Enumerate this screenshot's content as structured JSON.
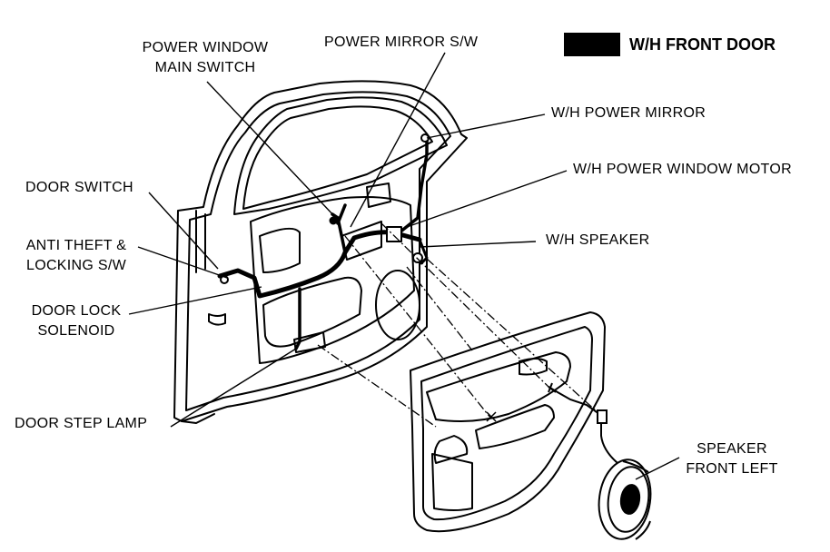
{
  "legend": {
    "swatch_color": "#000000",
    "label": "W/H FRONT DOOR"
  },
  "labels": {
    "power_window_main_switch": [
      "POWER WINDOW",
      "MAIN SWITCH"
    ],
    "power_mirror_sw": "POWER MIRROR S/W",
    "wh_power_mirror": "W/H POWER MIRROR",
    "wh_power_window_motor": "W/H POWER WINDOW MOTOR",
    "door_switch": "DOOR SWITCH",
    "wh_speaker": "W/H SPEAKER",
    "anti_theft_locking_sw": [
      "ANTI THEFT &",
      "LOCKING S/W"
    ],
    "door_lock_solenoid": [
      "DOOR LOCK",
      "SOLENOID"
    ],
    "door_step_lamp": "DOOR STEP LAMP",
    "speaker_front_left": [
      "SPEAKER",
      "FRONT LEFT"
    ]
  }
}
